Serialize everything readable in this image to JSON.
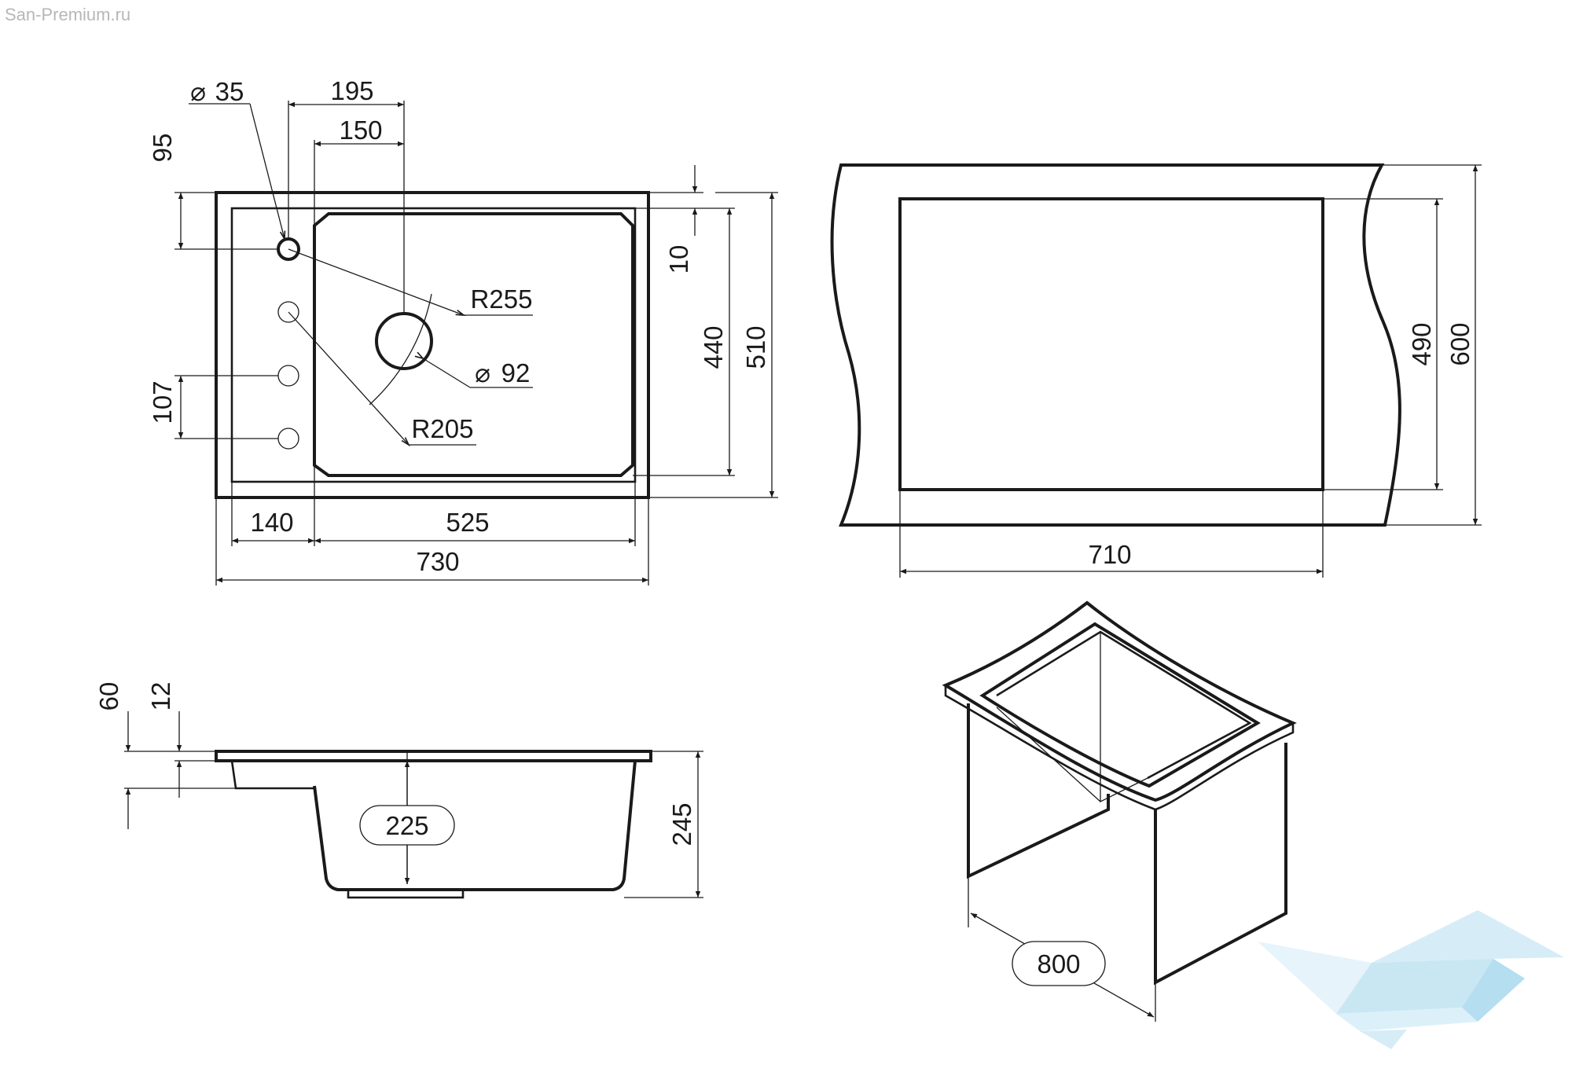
{
  "watermark": {
    "site": "San-Premium.ru",
    "logo_icon": "bathtub-logo-icon"
  },
  "top_view": {
    "dims": {
      "hole_diameter": "35",
      "offset_195": "195",
      "offset_150": "150",
      "offset_95": "95",
      "rim_10": "10",
      "radius_255": "R255",
      "drain_diameter": "92",
      "radius_205": "R205",
      "hole_spacing": "107",
      "bowl_depth_440": "440",
      "total_depth_510": "510",
      "wing_140": "140",
      "bowl_width_525": "525",
      "total_width_730": "730"
    }
  },
  "cutout_view": {
    "dims": {
      "cutout_width": "710",
      "cutout_depth": "490",
      "cabinet_depth": "600"
    }
  },
  "side_view": {
    "dims": {
      "rim_60": "60",
      "rim_12": "12",
      "bowl_depth": "225",
      "total_height": "245"
    }
  },
  "cabinet_view": {
    "dims": {
      "min_cabinet_width": "800"
    }
  },
  "colors": {
    "line": "#1a1a1a",
    "watermark": "#b7b7b7",
    "logo": "#bfe3f2"
  }
}
